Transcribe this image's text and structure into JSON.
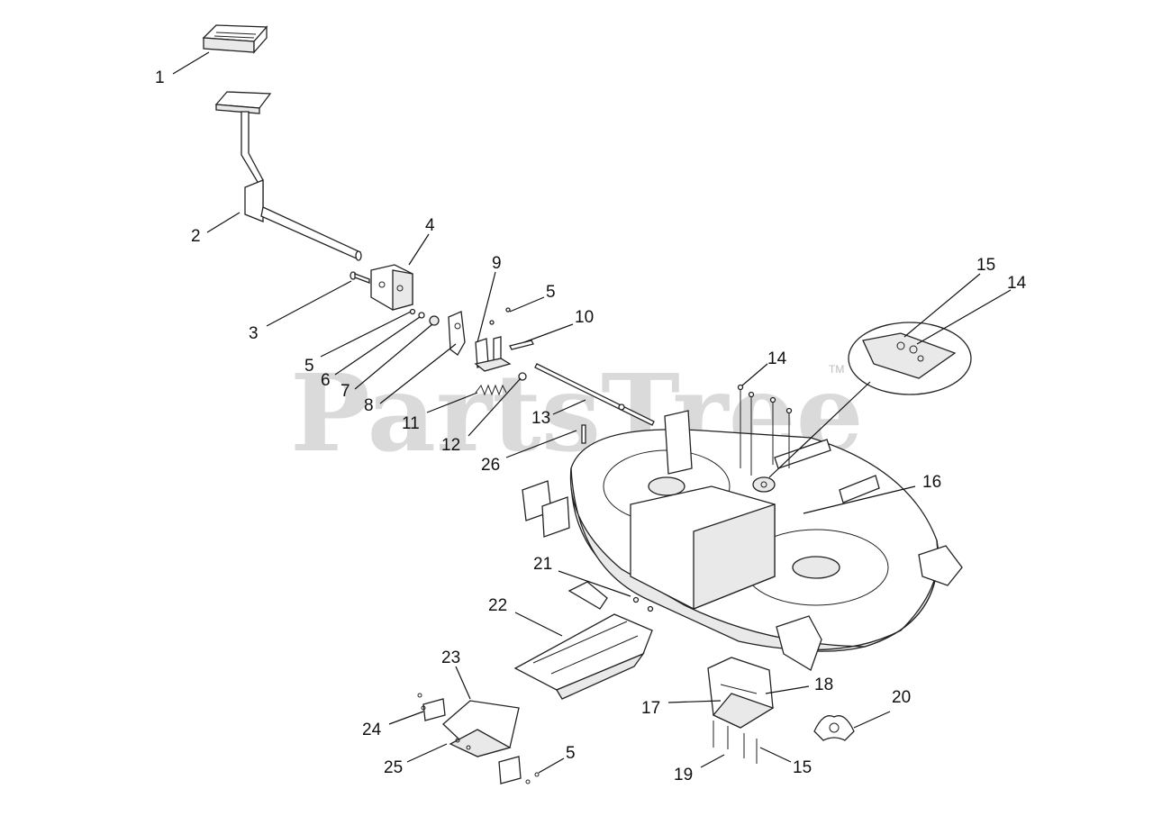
{
  "watermark": {
    "text": "PartsTree",
    "trademark": "TM"
  },
  "callouts": [
    {
      "id": "c1",
      "label": "1"
    },
    {
      "id": "c2",
      "label": "2"
    },
    {
      "id": "c3",
      "label": "3"
    },
    {
      "id": "c4",
      "label": "4"
    },
    {
      "id": "c5a",
      "label": "5"
    },
    {
      "id": "c5b",
      "label": "5"
    },
    {
      "id": "c5c",
      "label": "5"
    },
    {
      "id": "c6",
      "label": "6"
    },
    {
      "id": "c7",
      "label": "7"
    },
    {
      "id": "c8",
      "label": "8"
    },
    {
      "id": "c9",
      "label": "9"
    },
    {
      "id": "c10",
      "label": "10"
    },
    {
      "id": "c11",
      "label": "11"
    },
    {
      "id": "c12",
      "label": "12"
    },
    {
      "id": "c13",
      "label": "13"
    },
    {
      "id": "c14a",
      "label": "14"
    },
    {
      "id": "c14b",
      "label": "14"
    },
    {
      "id": "c15a",
      "label": "15"
    },
    {
      "id": "c15b",
      "label": "15"
    },
    {
      "id": "c16",
      "label": "16"
    },
    {
      "id": "c17",
      "label": "17"
    },
    {
      "id": "c18",
      "label": "18"
    },
    {
      "id": "c19",
      "label": "19"
    },
    {
      "id": "c20",
      "label": "20"
    },
    {
      "id": "c21",
      "label": "21"
    },
    {
      "id": "c22",
      "label": "22"
    },
    {
      "id": "c23",
      "label": "23"
    },
    {
      "id": "c24",
      "label": "24"
    },
    {
      "id": "c25",
      "label": "25"
    },
    {
      "id": "c26",
      "label": "26"
    }
  ]
}
